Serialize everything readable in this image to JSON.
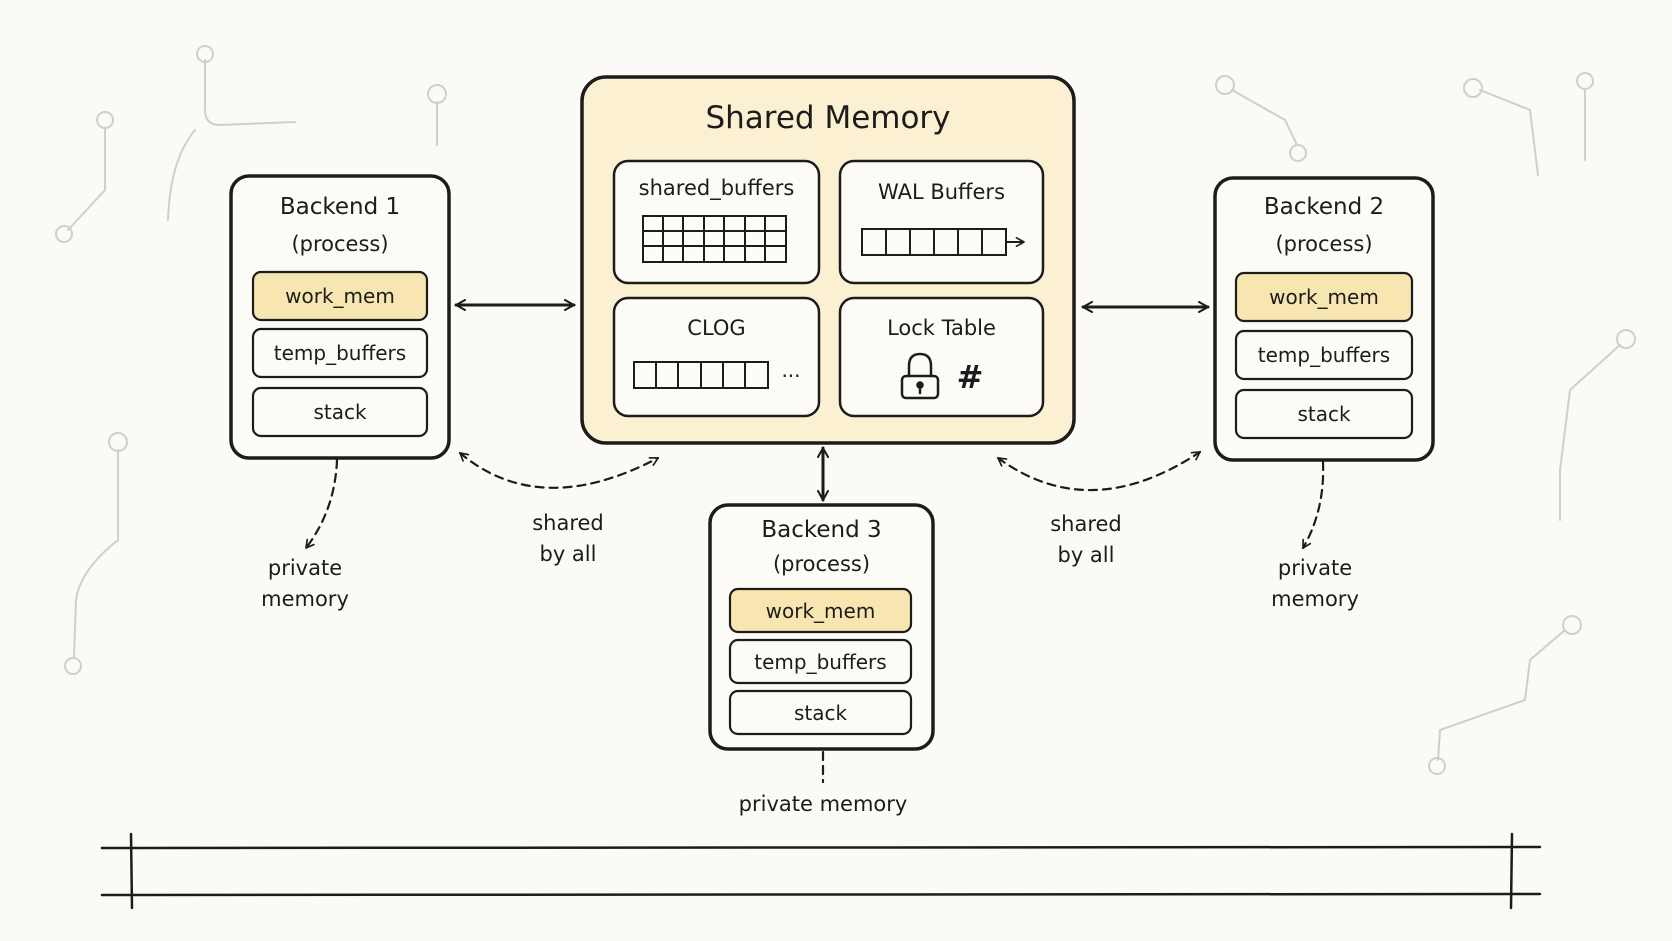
{
  "shared_memory": {
    "title": "Shared Memory",
    "regions": [
      {
        "name": "shared_buffers"
      },
      {
        "name": "WAL Buffers"
      },
      {
        "name": "CLOG",
        "suffix": "..."
      },
      {
        "name": "Lock Table",
        "symbol": "#"
      }
    ]
  },
  "backends": [
    {
      "name": "Backend 1",
      "kind": "(process)",
      "slots": [
        "work_mem",
        "temp_buffers",
        "stack"
      ]
    },
    {
      "name": "Backend 2",
      "kind": "(process)",
      "slots": [
        "work_mem",
        "temp_buffers",
        "stack"
      ]
    },
    {
      "name": "Backend 3",
      "kind": "(process)",
      "slots": [
        "work_mem",
        "temp_buffers",
        "stack"
      ]
    }
  ],
  "notes": {
    "private_left_1": "private",
    "private_left_2": "memory",
    "private_right_1": "private",
    "private_right_2": "memory",
    "private_bottom": "private memory",
    "shared_left_1": "shared",
    "shared_left_2": "by all",
    "shared_right_1": "shared",
    "shared_right_2": "by all"
  },
  "colors": {
    "background": "#fbfaf6",
    "shared_fill": "#fbf1d2",
    "highlight_fill": "#f8e6b0",
    "stroke": "#1c1c1c",
    "decor": "#cfcfcf"
  },
  "icons": [
    "lock-icon",
    "hash-icon",
    "double-arrow-icon",
    "dashed-arrow-icon"
  ]
}
